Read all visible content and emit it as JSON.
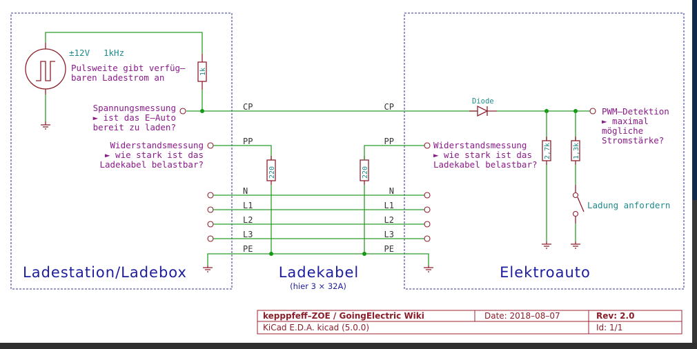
{
  "source": {
    "voltage": "±12V",
    "frequency": "1kHz",
    "note_line1": "Pulsweite gibt verfüg–",
    "note_line2": "baren Ladestrom an"
  },
  "resistors": {
    "r_station": "1k",
    "r_pp_left": "220",
    "r_pp_right": "220",
    "r_ev_a": "2,7k",
    "r_ev_b": "1,3k"
  },
  "diode": {
    "label": "Diode"
  },
  "notes": {
    "station_cp": [
      "Spannungsmessung",
      "► ist das E–Auto",
      "bereit zu laden?"
    ],
    "station_pp": [
      "Widerstandsmessung",
      "► wie stark ist das",
      "Ladekabel belastbar?"
    ],
    "ev_pp": [
      "Widerstandsmessung",
      "► wie stark ist das",
      "Ladekabel belastbar?"
    ],
    "ev_pwm": [
      "PWM–Detektion",
      "► maximal",
      "mögliche",
      "Stromstärke?"
    ],
    "switch": "Ladung anfordern"
  },
  "nets": {
    "left": [
      "CP",
      "PP",
      "N",
      "L1",
      "L2",
      "L3",
      "PE"
    ],
    "right": [
      "CP",
      "PP",
      "N",
      "L1",
      "L2",
      "L3",
      "PE"
    ]
  },
  "sections": {
    "station": "Ladestation/Ladebox",
    "cable": "Ladekabel",
    "cable_sub": "(hier 3 × 32A)",
    "ev": "Elektroauto"
  },
  "titleblock": {
    "title": "kepppfeff–ZOE / GoingElectric Wiki",
    "date": "Date: 2018–08–07",
    "rev": "Rev: 2.0",
    "tool": "KiCad E.D.A.  kicad (5.0.0)",
    "id": "Id: 1/1"
  },
  "colors": {
    "wire": "#2a9d2a",
    "component": "#8b1e2b",
    "note": "#8a1a8a",
    "value": "#1f8a8a",
    "frame": "#2b2f8f"
  }
}
